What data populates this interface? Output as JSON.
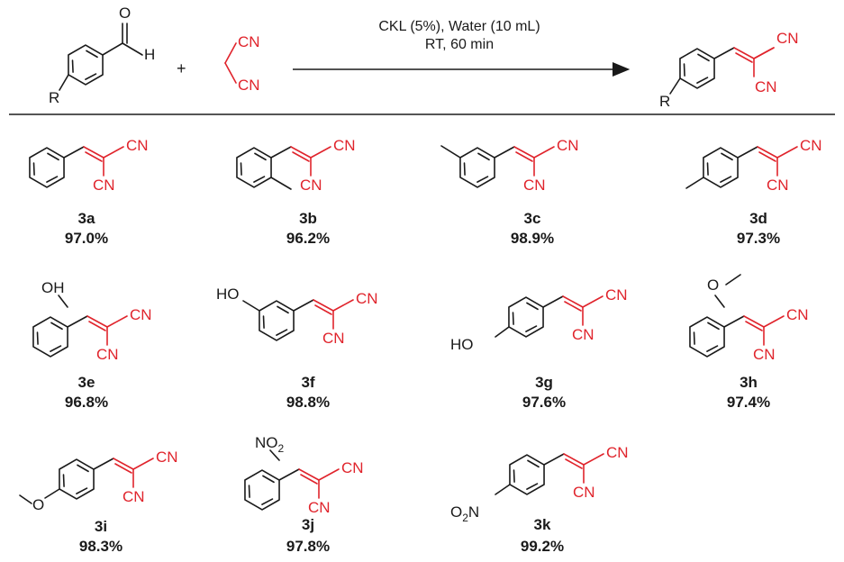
{
  "reaction": {
    "conditions_line1": "CKL (5%), Water (10 mL)",
    "conditions_line2": "RT, 60 min",
    "plus": "+",
    "reactant1": {
      "o": "O",
      "h": "H",
      "r": "R"
    },
    "reactant2": {
      "cn_top": "CN",
      "cn_bottom": "CN"
    },
    "product": {
      "cn_top": "CN",
      "cn_bottom": "CN",
      "r": "R"
    }
  },
  "labels": {
    "cn": "CN",
    "oh": "OH",
    "ho": "HO",
    "o": "O",
    "no2_main": "NO",
    "no2_sub": "2",
    "o2n_o": "O",
    "o2n_sub": "2",
    "o2n_n": "N"
  },
  "compounds": [
    {
      "id": "3a",
      "yield": "97.0%"
    },
    {
      "id": "3b",
      "yield": "96.2%"
    },
    {
      "id": "3c",
      "yield": "98.9%"
    },
    {
      "id": "3d",
      "yield": "97.3%"
    },
    {
      "id": "3e",
      "yield": "96.8%"
    },
    {
      "id": "3f",
      "yield": "98.8%"
    },
    {
      "id": "3g",
      "yield": "97.6%"
    },
    {
      "id": "3h",
      "yield": "97.4%"
    },
    {
      "id": "3i",
      "yield": "98.3%"
    },
    {
      "id": "3j",
      "yield": "97.8%"
    },
    {
      "id": "3k",
      "yield": "99.2%"
    }
  ],
  "colors": {
    "product_highlight": "#e0242c",
    "bond": "#1a1a1a"
  }
}
